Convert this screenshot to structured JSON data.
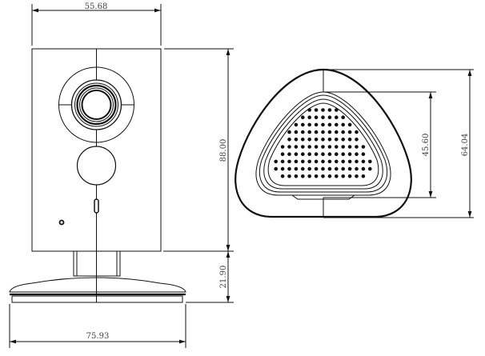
{
  "dimensions": {
    "body_width": "55.68",
    "body_height": "88.00",
    "stand_height": "21.90",
    "base_width": "75.93",
    "grille_height": "45.60",
    "top_view_depth": "64.04"
  },
  "grille": {
    "row_counts": [
      5,
      7,
      9,
      11,
      11,
      13,
      13,
      15,
      15,
      13
    ]
  }
}
